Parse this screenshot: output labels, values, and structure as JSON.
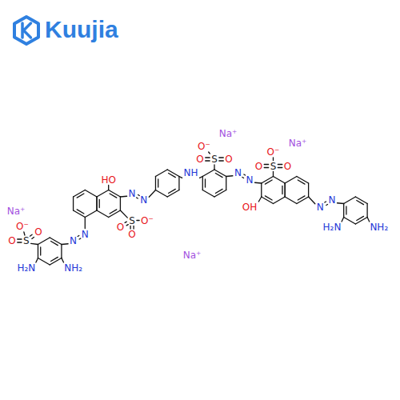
{
  "diagram": {
    "labels": [
      "Kuujia",
      "Na⁺",
      "O⁻",
      "O",
      "S",
      "O",
      "Na⁺",
      "O⁻",
      "O",
      "S",
      "O",
      "NH",
      "N",
      "N",
      "HO",
      "N",
      "N",
      "OH",
      "N",
      "N",
      "O⁻",
      "S",
      "O",
      "O",
      "N",
      "N",
      "H₂N",
      "NH₂",
      "Na⁺",
      "O⁻",
      "O",
      "S",
      "O",
      "H₂N",
      "NH₂",
      "Na⁺"
    ]
  }
}
